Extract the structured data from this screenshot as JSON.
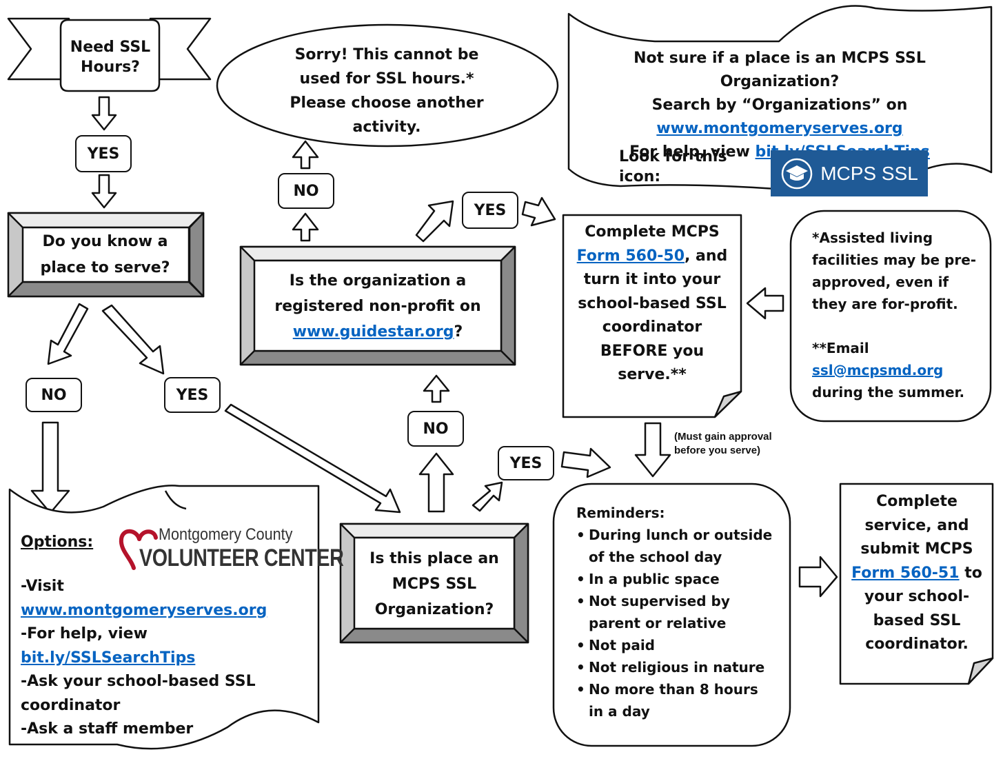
{
  "start": {
    "label": "Need SSL Hours?"
  },
  "yes_label": "YES",
  "no_label": "NO",
  "q_know_place": "Do you know a place to serve?",
  "sorry": "Sorry! This cannot be used for SSL hours.* Please choose another activity.",
  "q_nonprofit": {
    "before": "Is the organization a registered non-profit on",
    "link": "www.guidestar.org",
    "after": "?"
  },
  "q_mcps_org": "Is this place an MCPS SSL Organization?",
  "not_sure": {
    "line1": "Not sure if a place is an MCPS SSL Organization?",
    "line2": "Search by “Organizations” on",
    "link1": "www.montgomeryserves.org",
    "help_prefix": "For help, view ",
    "link2": "bit.ly/SSLSearchTips",
    "icon_prompt": "Look for this icon:"
  },
  "mcps_badge": {
    "text": "MCPS SSL",
    "icon": "graduation-cap-icon"
  },
  "complete_form": {
    "before": "Complete MCPS",
    "link": "Form 560-50",
    "after": ", and turn it into your school-based SSL coordinator BEFORE you serve.**"
  },
  "note": {
    "line1": "*Assisted living facilities may be pre-approved, even if they are for-profit.",
    "line2": "**Email",
    "email": "ssl@mcpsmd.org",
    "line3": "during the summer."
  },
  "approval_note": "(Must gain approval before you serve)",
  "reminders": {
    "title": "Reminders:",
    "items": [
      "During lunch or outside of the school day",
      "In a public space",
      "Not supervised by parent or relative",
      "Not paid",
      "Not religious in nature",
      "No more than 8 hours in a day"
    ]
  },
  "final": {
    "before": "Complete service, and submit MCPS",
    "link": "Form 560-51",
    "after": " to your school-based SSL coordinator."
  },
  "options": {
    "title": "Options:",
    "visit_prefix": "-Visit ",
    "link1": "www.montgomeryserves.org",
    "help_prefix": "-For help, view ",
    "link2": "bit.ly/SSLSearchTips",
    "ask1": "-Ask your school-based SSL coordinator",
    "ask2": "-Ask a staff member"
  },
  "vc_logo": {
    "line1": "Montgomery County",
    "line2": "VOLUNTEER CENTER",
    "icon": "heart-icon",
    "color": "#b5132b"
  },
  "colors": {
    "link": "#0563c1",
    "badge": "#1f5a96",
    "bevel": "#c8c8c8",
    "bevel_dark": "#8a8a8a"
  }
}
